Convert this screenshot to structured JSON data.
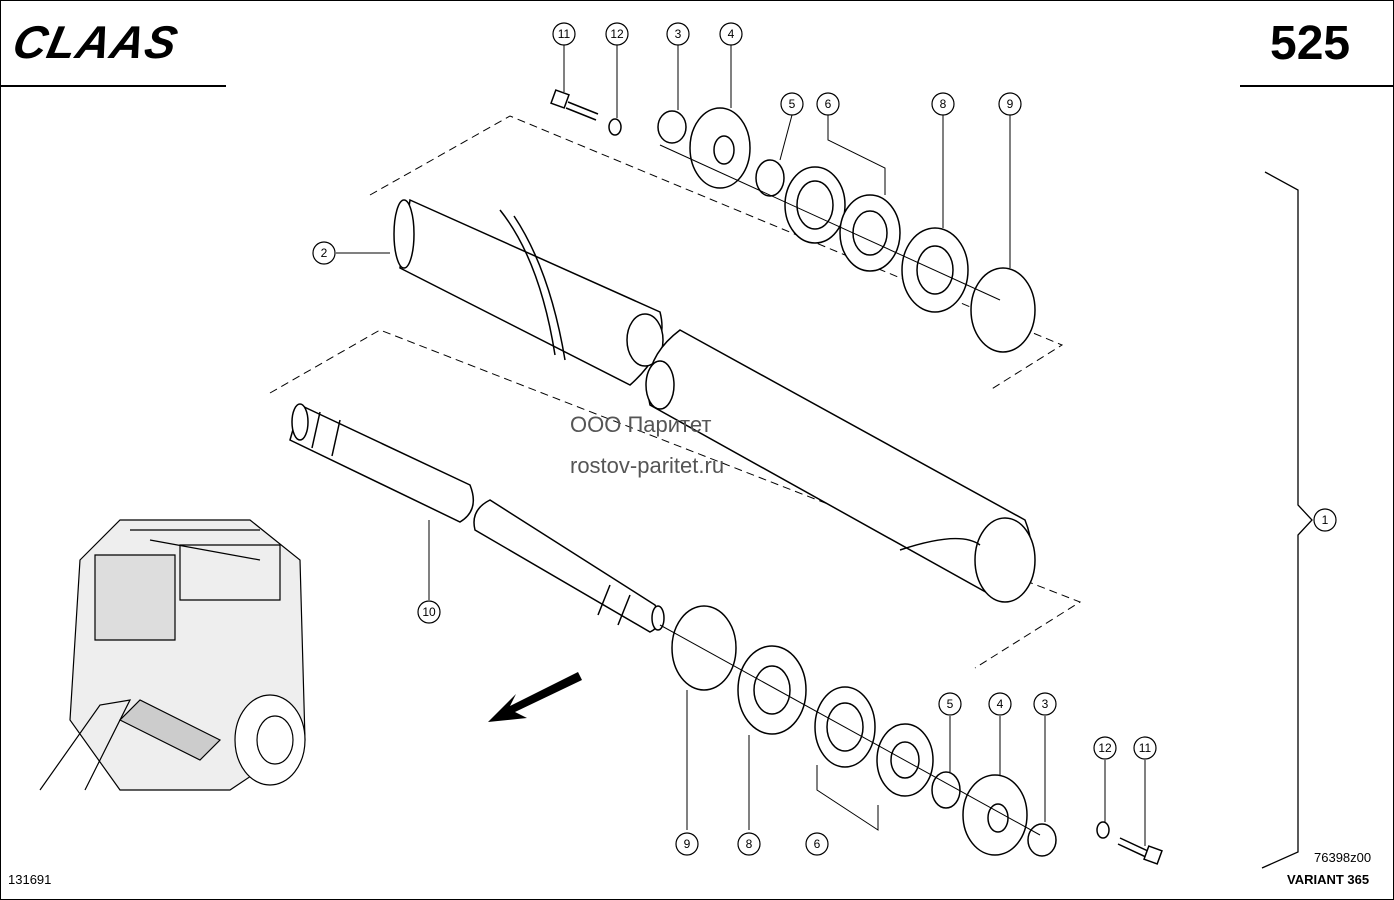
{
  "header": {
    "brand": "CLAAS",
    "page_number": "525"
  },
  "watermark": {
    "line1": "ООО Паритет",
    "line2": "rostov-paritet.ru"
  },
  "footer": {
    "drawing_code": "76398z00",
    "model": "VARIANT 365",
    "sheet_id": "131691"
  },
  "callouts": {
    "c1": "1",
    "c2": "2",
    "c3a": "3",
    "c4a": "4",
    "c5a": "5",
    "c6a": "6",
    "c8a": "8",
    "c9a": "9",
    "c10": "10",
    "c11a": "11",
    "c12a": "12",
    "c3b": "3",
    "c4b": "4",
    "c5b": "5",
    "c6b": "6",
    "c8b": "8",
    "c9b": "9",
    "c11b": "11",
    "c12b": "12"
  }
}
